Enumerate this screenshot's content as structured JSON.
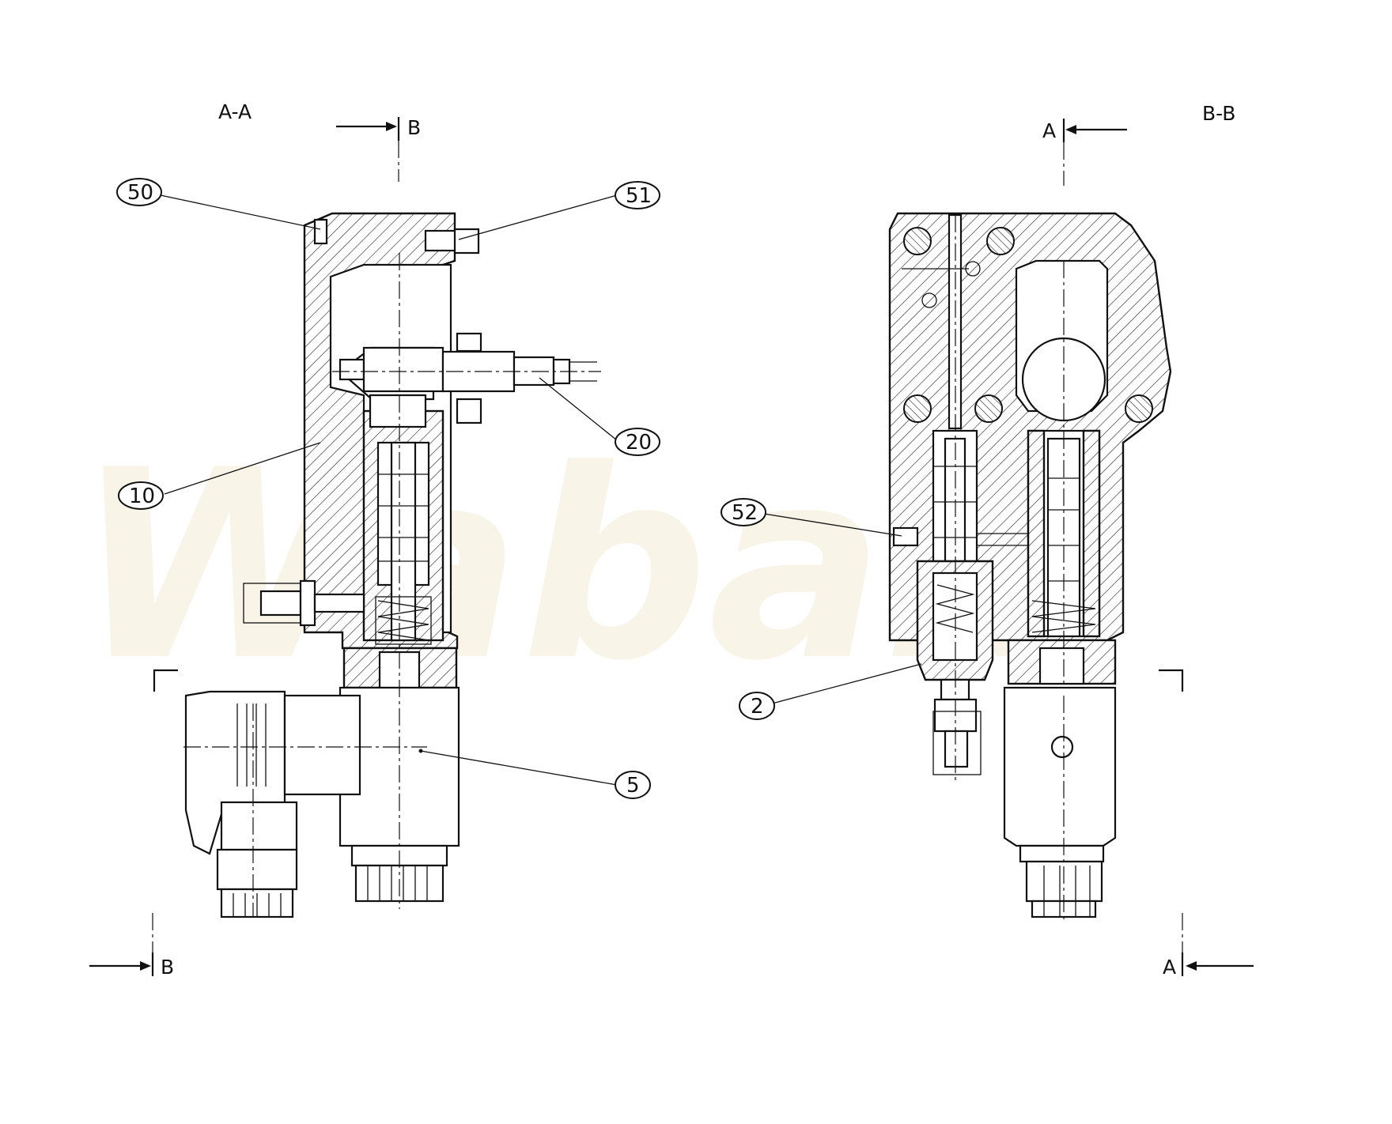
{
  "watermark": "Wabak",
  "sections": {
    "left_title": "A-A",
    "right_title": "B-B",
    "left_cut_top": "B",
    "left_cut_bottom": "B",
    "right_cut_top": "A",
    "right_cut_bottom": "A"
  },
  "callouts": {
    "c50": "50",
    "c51": "51",
    "c20": "20",
    "c10": "10",
    "c5": "5",
    "c52": "52",
    "c2": "2"
  }
}
